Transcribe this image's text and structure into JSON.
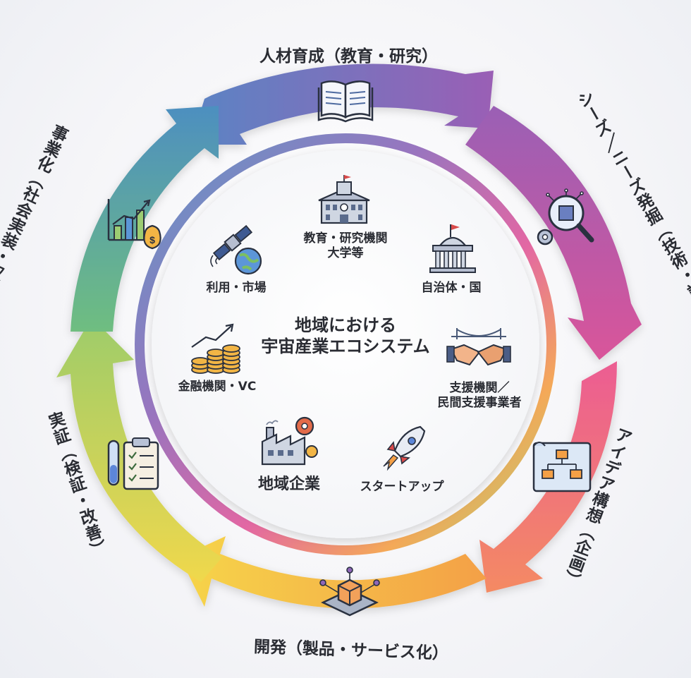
{
  "cycle": {
    "stages": [
      {
        "id": "hr",
        "label": "人材育成（教育・研究）",
        "icon": "open-book-icon"
      },
      {
        "id": "seeds",
        "label": "シーズ／ニーズ発掘（技術・課題）",
        "icon": "chip-magnifier-gear-icon"
      },
      {
        "id": "idea",
        "label": "アイデア構想（企画）",
        "icon": "flowchart-blueprint-icon"
      },
      {
        "id": "dev",
        "label": "開発（製品・サービス化）",
        "icon": "cube-platform-icon"
      },
      {
        "id": "poc",
        "label": "実証（検証・改善）",
        "icon": "test-tube-clipboard-icon"
      },
      {
        "id": "biz",
        "label": "事業化（社会実装・収益化）",
        "icon": "growth-chart-money-bag-icon"
      }
    ],
    "colors": {
      "arrow_top": "#5b84c4",
      "arrow_purple": "#9a5fb5",
      "arrow_magenta": "#d9559a",
      "arrow_pink": "#ef6f8a",
      "arrow_orange": "#f4a046",
      "arrow_yellow": "#f6d54a",
      "arrow_green": "#9dcc6a",
      "arrow_teal": "#3fa3a0",
      "text": "#2a2c33"
    }
  },
  "center": {
    "title_line1": "地域における",
    "title_line2": "宇宙産業エコシステム",
    "actors": [
      {
        "id": "univ",
        "label_line1": "教育・研究機関",
        "label_line2": "大学等",
        "icon": "university-building-icon"
      },
      {
        "id": "gov",
        "label_line1": "自治体・国",
        "label_line2": "",
        "icon": "capitol-building-icon"
      },
      {
        "id": "support",
        "label_line1": "支援機関／",
        "label_line2": "民間支援事業者",
        "icon": "handshake-bridge-icon"
      },
      {
        "id": "startup",
        "label_line1": "スタートアップ",
        "label_line2": "",
        "icon": "rocket-icon"
      },
      {
        "id": "local",
        "label_line1": "地域企業",
        "label_line2": "",
        "icon": "factory-gear-icon"
      },
      {
        "id": "finance",
        "label_line1": "金融機関・VC",
        "label_line2": "",
        "icon": "coins-growth-icon"
      },
      {
        "id": "market",
        "label_line1": "利用・市場",
        "label_line2": "",
        "icon": "satellite-globe-icon"
      }
    ]
  }
}
